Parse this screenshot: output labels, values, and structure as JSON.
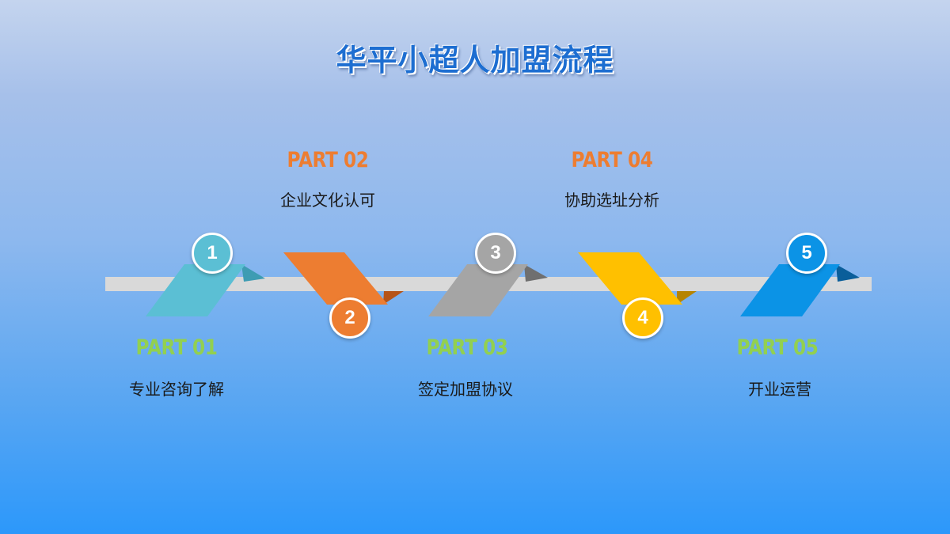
{
  "title": "华平小超人加盟流程",
  "steps": [
    {
      "number": "1",
      "part": "PART 01",
      "label": "专业咨询了解",
      "color": "#5bbfd4"
    },
    {
      "number": "2",
      "part": "PART 02",
      "label": "企业文化认可",
      "color": "#ed7d31"
    },
    {
      "number": "3",
      "part": "PART 03",
      "label": "签定加盟协议",
      "color": "#a5a5a5"
    },
    {
      "number": "4",
      "part": "PART 04",
      "label": "协助选址分析",
      "color": "#ffc000"
    },
    {
      "number": "5",
      "part": "PART 05",
      "label": "开业运营",
      "color": "#0b93e6"
    }
  ]
}
